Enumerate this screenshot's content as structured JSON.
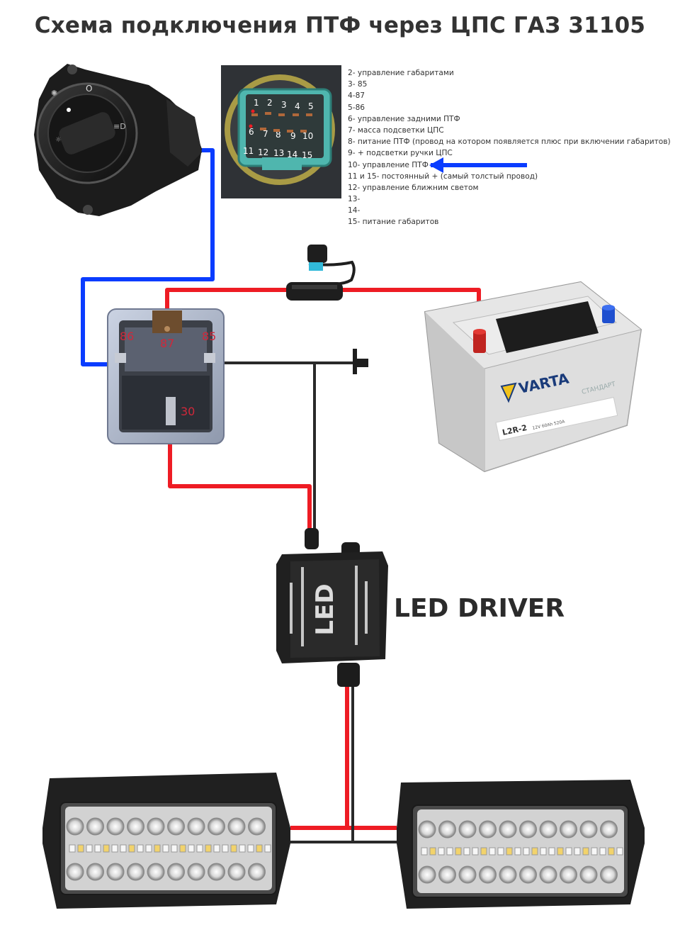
{
  "title": "Схема подключения ПТФ через ЦПС ГАЗ 31105",
  "pin_descriptions": [
    "2-  управление габаритами",
    "3- 85",
    "4-87",
    "5-86",
    "6- управление задними ПТФ",
    "7- масса подсветки ЦПС",
    "8- питание  ПТФ (провод на котором появляется плюс при включении габаритов)",
    "9- + подсветки ручки ЦПС",
    "10- управление ПТФ",
    "11 и 15- постоянный + (самый толстый провод)",
    "12- управление ближним светом",
    "13-",
    "14-",
    "15- питание габаритов"
  ],
  "connector_pins": {
    "row1": [
      "1",
      "2",
      "3",
      "4",
      "5"
    ],
    "row2": [
      "6",
      "7",
      "8",
      "9",
      "10"
    ],
    "row3": [
      "11",
      "12",
      "13",
      "14",
      "15"
    ]
  },
  "relay_pins": {
    "p86": "86",
    "p87": "87",
    "p85": "85",
    "p30": "30"
  },
  "battery": {
    "brand": "VARTA",
    "line": "СТАНДАРТ",
    "model": "L2R-2",
    "spec": "12V 60Ah 520A"
  },
  "driver_case_text": "LED",
  "driver_label": "LED DRIVER",
  "colors": {
    "positive_wire": "#ee1c24",
    "control_wire": "#0a3cff",
    "ground_wire": "#2a2a2a",
    "relay_pin_label": "#d0283a",
    "connector_housing": "#4fb6ae"
  },
  "icons": [
    "headlight-switch-icon",
    "connector-icon",
    "fuse-holder-icon",
    "relay-icon",
    "battery-icon",
    "ground-terminal-icon",
    "led-driver-icon",
    "fog-light-icon"
  ]
}
